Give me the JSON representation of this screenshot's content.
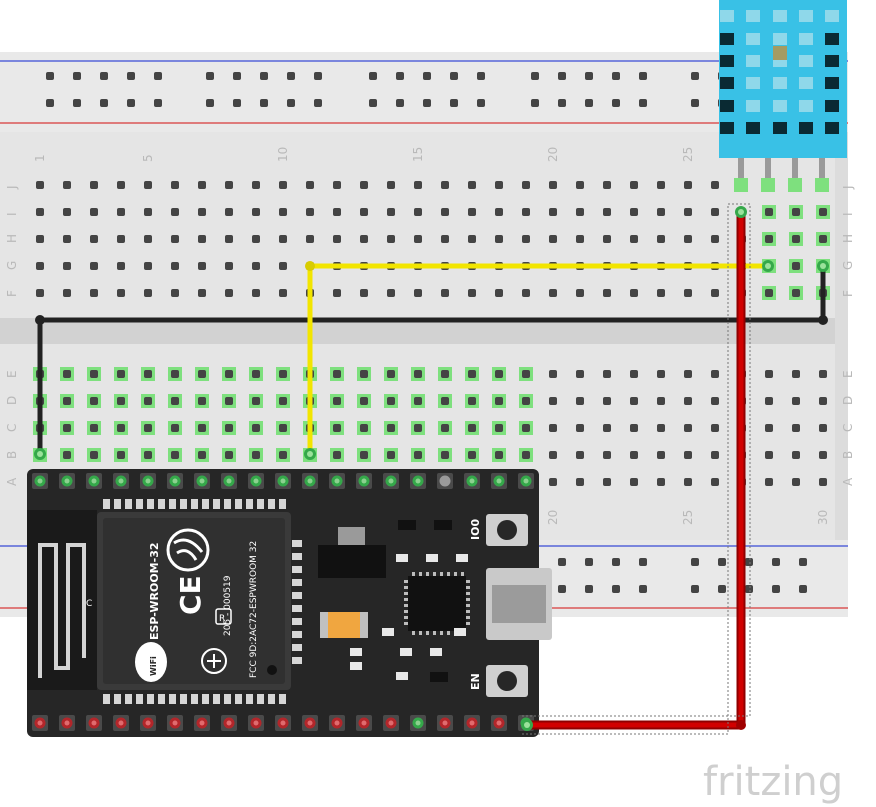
{
  "breadboard": {
    "column_labels_top": [
      "1",
      "5",
      "10",
      "15",
      "20",
      "25"
    ],
    "column_labels_bottom": [
      "20",
      "25",
      "30"
    ],
    "row_labels_top": [
      "J",
      "I",
      "H",
      "G",
      "F"
    ],
    "row_labels_bottom": [
      "E",
      "D",
      "C",
      "B",
      "A"
    ]
  },
  "esp32": {
    "module_name": "ESP-WROOM-32",
    "fcc_text": "FCC 9D:2AC72-ESPWROOM 32",
    "cert_text": "205 - 000519",
    "ce_mark": "CE",
    "r_mark": "R",
    "wifi_mark": "WiFi",
    "c_mark": "C",
    "button_io0": "IO0",
    "button_en": "EN"
  },
  "wires": [
    {
      "name": "ground",
      "color": "#222222"
    },
    {
      "name": "data",
      "color": "#f2e500"
    },
    {
      "name": "power",
      "color": "#c40000"
    }
  ],
  "sensor": {
    "color": "#39c1e6"
  },
  "brand": "fritzing"
}
